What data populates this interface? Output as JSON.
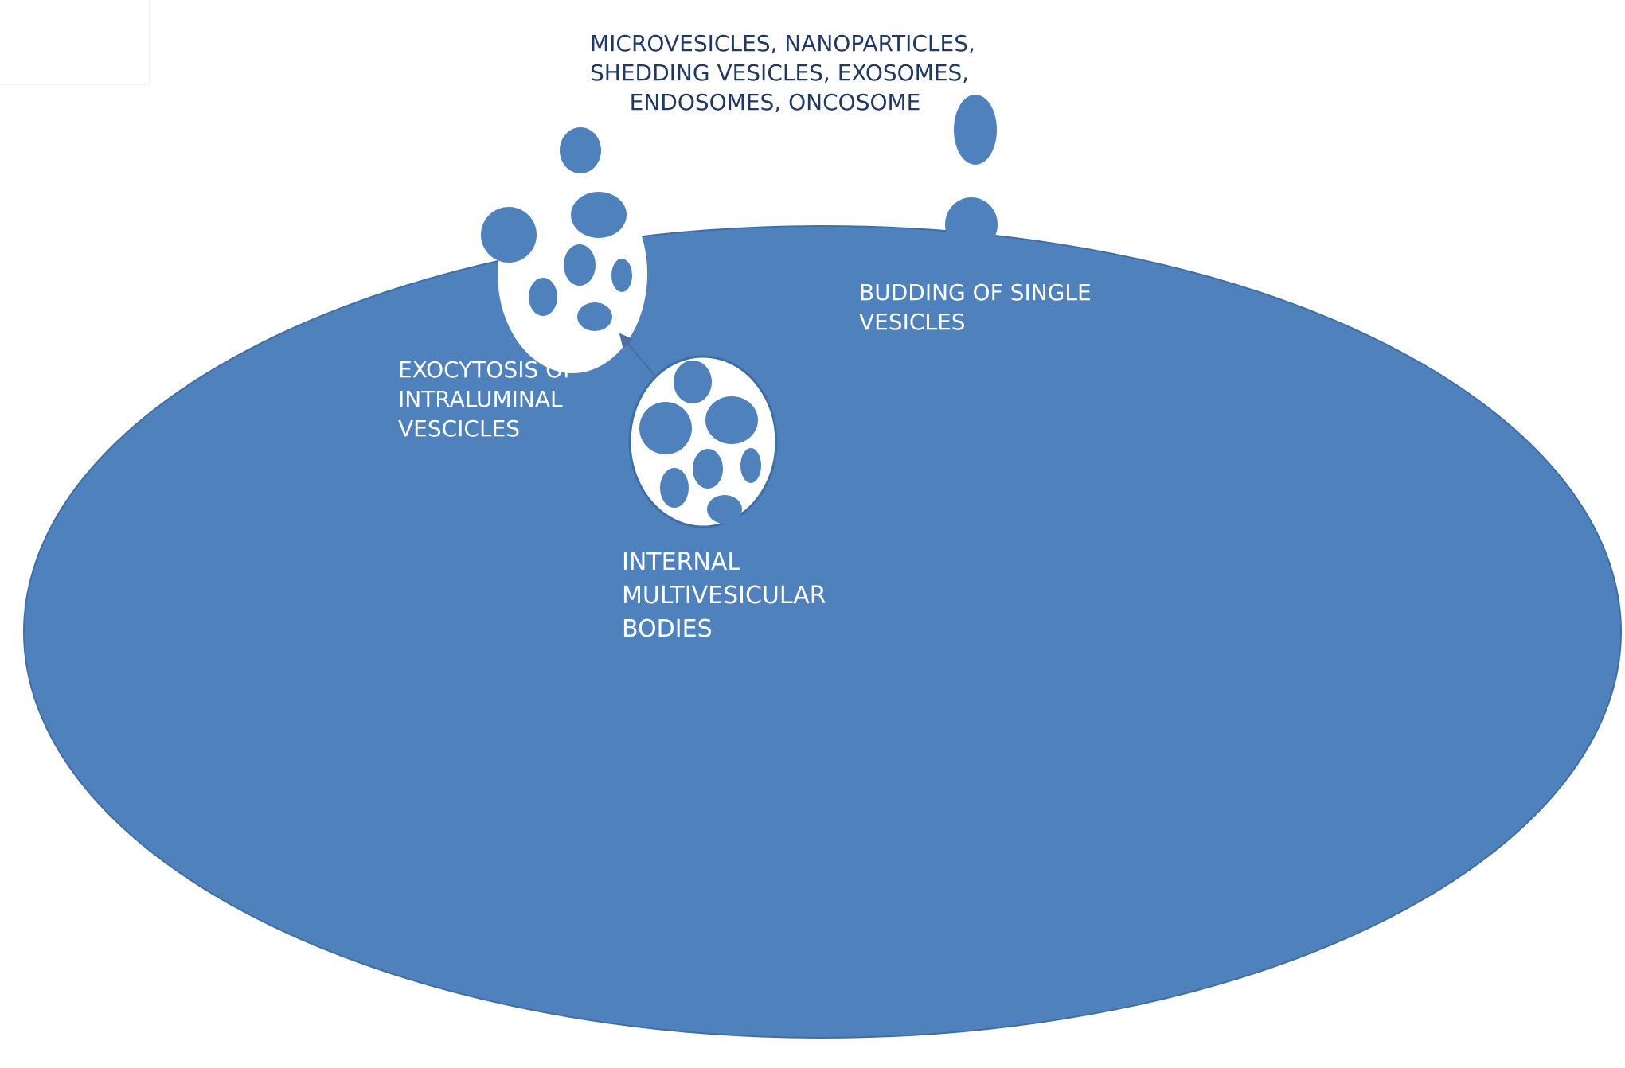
{
  "diagram": {
    "colors": {
      "cell": "#4f81bd",
      "cell_edge": "#3f6ea5",
      "vesicle": "#4f81bd",
      "body_fill": "#ffffff",
      "body_edge": "#3f6ea5",
      "arrow": "#4a6fa0",
      "dark_text": "#1f3864",
      "light_text": "#ffffff"
    },
    "top_label": {
      "lines": [
        "MICROVESICLES, NANOPARTICLES,",
        "SHEDDING VESICLES, EXOSOMES,",
        "ENDOSOMES, ONCOSOME"
      ]
    },
    "exocytosis_label": {
      "lines": [
        "EXOCYTOSIS OF",
        "INTRALUMINAL",
        "VESCICLES"
      ]
    },
    "budding_label": {
      "lines": [
        "BUDDING OF SINGLE",
        "VESICLES"
      ]
    },
    "internal_label": {
      "lines": [
        "INTERNAL",
        "MULTIVESICULAR",
        "BODIES"
      ]
    }
  }
}
